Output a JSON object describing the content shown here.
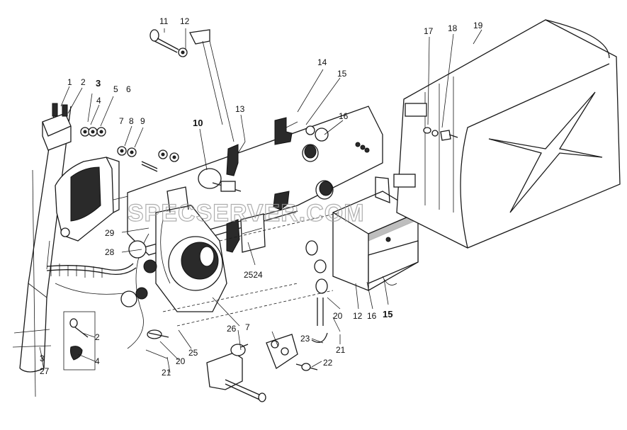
{
  "watermark": "SPECSERVER.COM",
  "callouts": [
    {
      "id": "c1",
      "text": "1"
    },
    {
      "id": "c2",
      "text": "2"
    },
    {
      "id": "c3",
      "text": "3"
    },
    {
      "id": "c4",
      "text": "4"
    },
    {
      "id": "c5",
      "text": "5"
    },
    {
      "id": "c6",
      "text": "6"
    },
    {
      "id": "c7",
      "text": "7"
    },
    {
      "id": "c8",
      "text": "8"
    },
    {
      "id": "c9",
      "text": "9"
    },
    {
      "id": "c10",
      "text": "10"
    },
    {
      "id": "c11",
      "text": "11"
    },
    {
      "id": "c12",
      "text": "12"
    },
    {
      "id": "c13",
      "text": "13"
    },
    {
      "id": "c14",
      "text": "14"
    },
    {
      "id": "c15",
      "text": "15"
    },
    {
      "id": "c16",
      "text": "16"
    },
    {
      "id": "c17",
      "text": "17"
    },
    {
      "id": "c18",
      "text": "18"
    },
    {
      "id": "c19",
      "text": "19"
    },
    {
      "id": "c29",
      "text": "29"
    },
    {
      "id": "c28",
      "text": "28"
    },
    {
      "id": "c2524",
      "text": "2524"
    },
    {
      "id": "c20a",
      "text": "20"
    },
    {
      "id": "c12b",
      "text": "12"
    },
    {
      "id": "c16b",
      "text": "16"
    },
    {
      "id": "c15b",
      "text": "15"
    },
    {
      "id": "c7b",
      "text": "7"
    },
    {
      "id": "c26",
      "text": "26"
    },
    {
      "id": "c25",
      "text": "25"
    },
    {
      "id": "c23",
      "text": "23"
    },
    {
      "id": "c21a",
      "text": "21"
    },
    {
      "id": "c2b",
      "text": "2"
    },
    {
      "id": "c4b",
      "text": "4"
    },
    {
      "id": "c3b",
      "text": "3"
    },
    {
      "id": "c27",
      "text": "27"
    },
    {
      "id": "c20b",
      "text": "20"
    },
    {
      "id": "c21b",
      "text": "21"
    },
    {
      "id": "c22",
      "text": "22"
    }
  ]
}
